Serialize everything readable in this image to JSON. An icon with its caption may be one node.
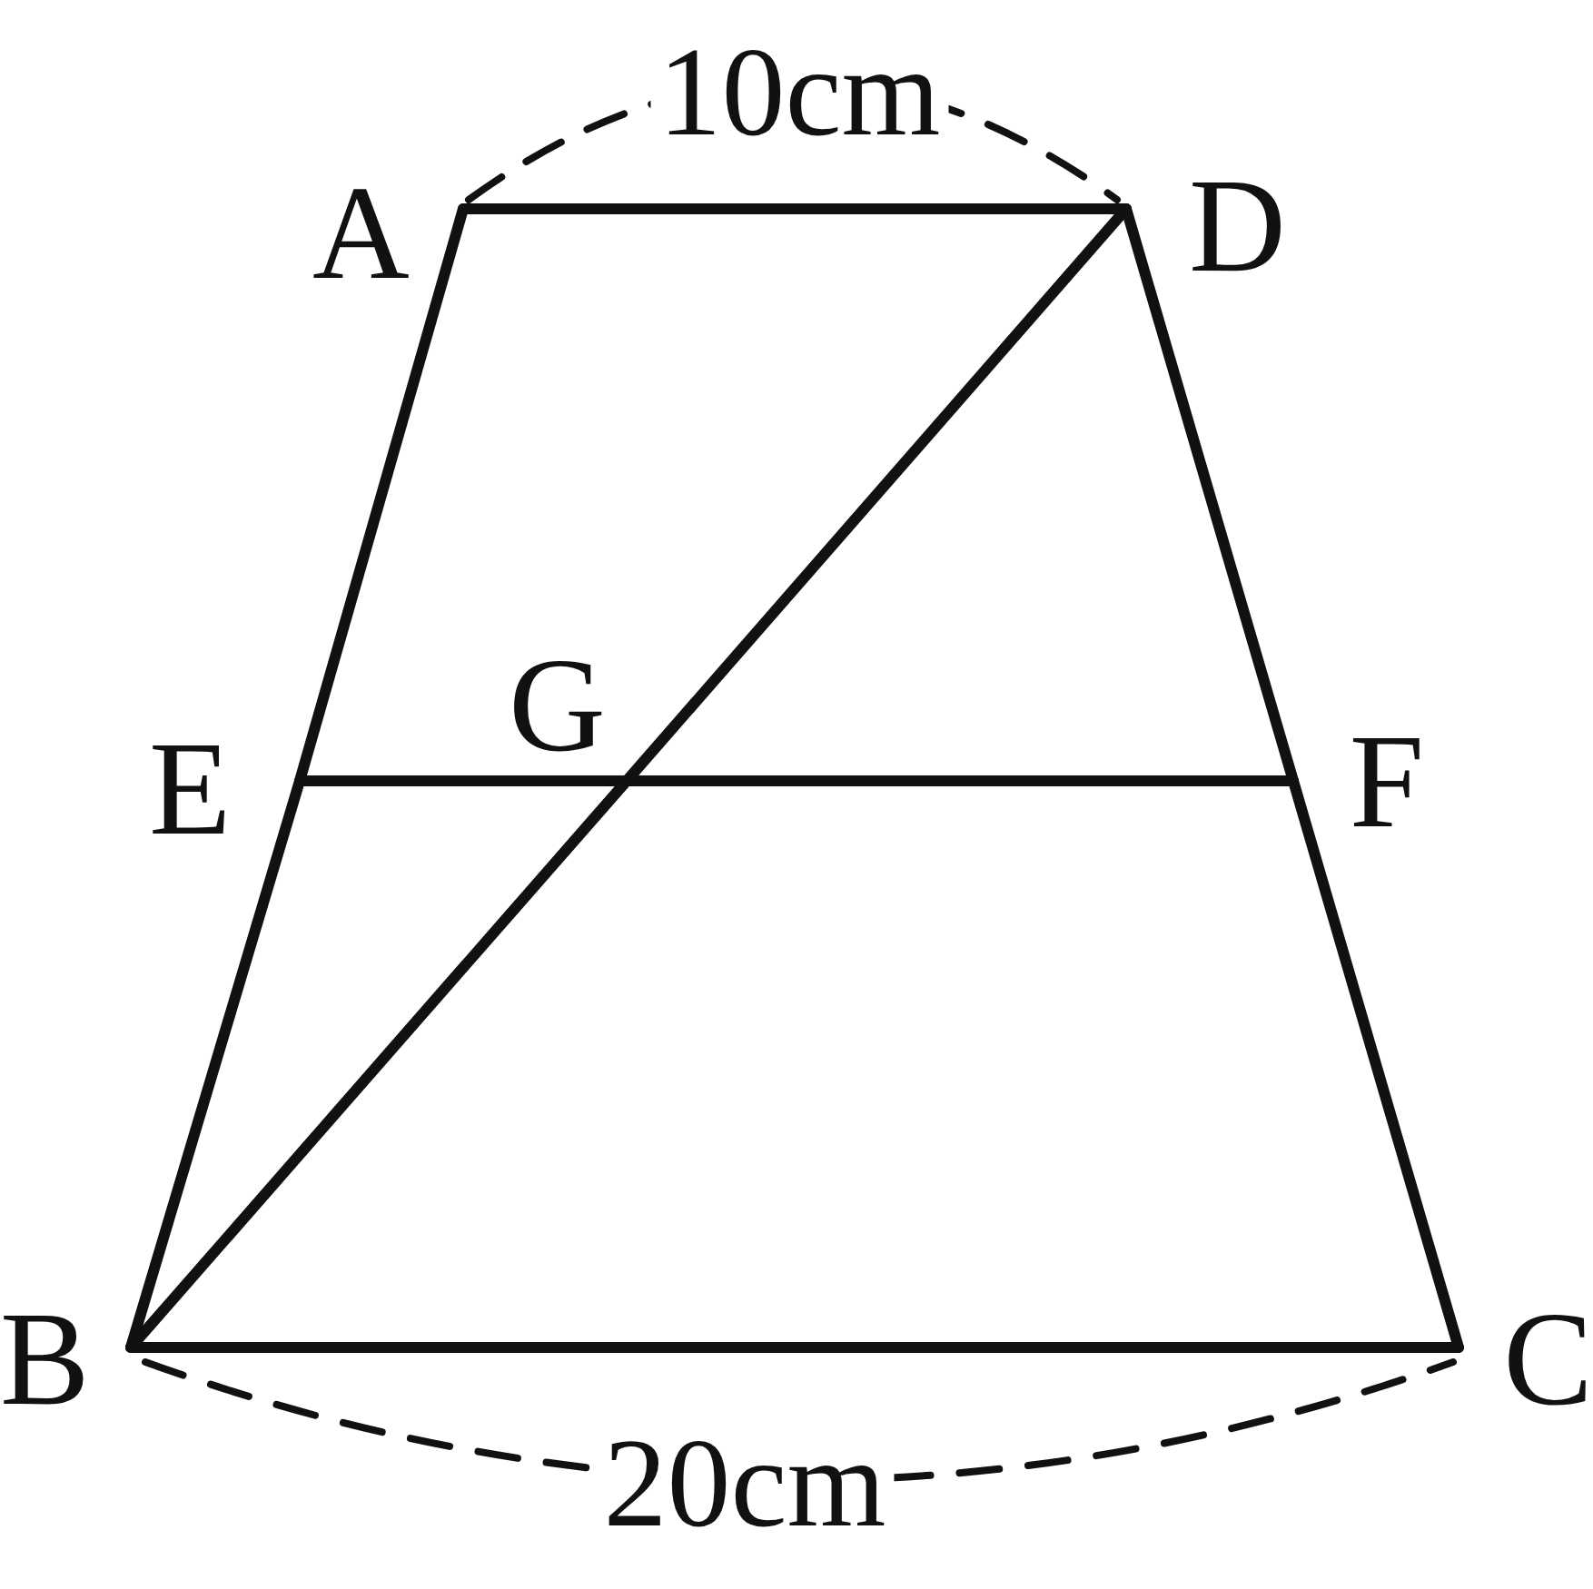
{
  "diagram": {
    "nodes": [
      {
        "text": [
          "A"
        ]
      },
      {
        "text": [
          "D"
        ]
      },
      {
        "text": [
          "E"
        ]
      },
      {
        "text": [
          "G"
        ]
      },
      {
        "text": [
          "F"
        ]
      },
      {
        "text": [
          "B"
        ]
      },
      {
        "text": [
          "C"
        ]
      }
    ],
    "edges": [
      {
        "from": 0,
        "to": 1,
        "arrow": "none"
      },
      {
        "from": 0,
        "to": 2,
        "arrow": "none"
      },
      {
        "from": 2,
        "to": 5,
        "arrow": "none"
      },
      {
        "from": 5,
        "to": 6,
        "arrow": "none"
      },
      {
        "from": 1,
        "to": 4,
        "arrow": "none"
      },
      {
        "from": 4,
        "to": 6,
        "arrow": "none"
      },
      {
        "from": 2,
        "to": 3,
        "arrow": "none"
      },
      {
        "from": 3,
        "to": 4,
        "arrow": "none"
      },
      {
        "from": 5,
        "to": 3,
        "arrow": "none"
      },
      {
        "from": 3,
        "to": 1,
        "arrow": "none"
      }
    ],
    "labels": [
      "10cm",
      "20cm"
    ]
  }
}
